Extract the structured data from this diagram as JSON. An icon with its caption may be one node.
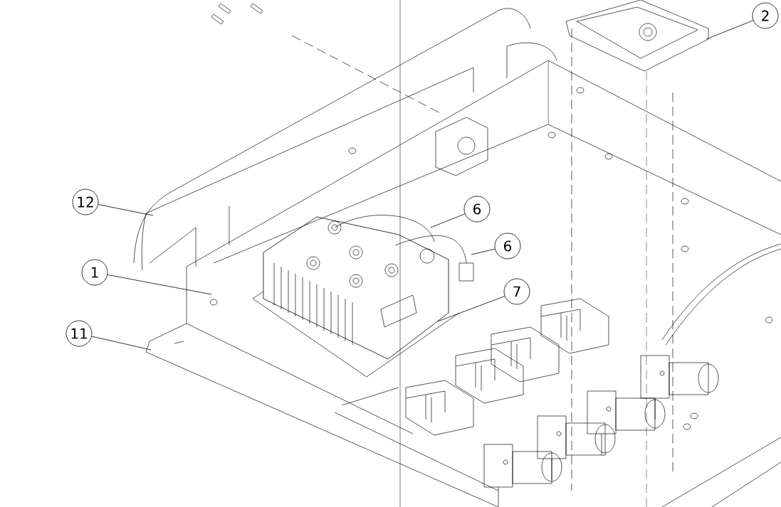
{
  "diagram": {
    "nodes": [
      {
        "text": [
          "2"
        ]
      },
      {
        "text": [
          "12"
        ]
      },
      {
        "text": [
          "6"
        ]
      },
      {
        "text": [
          "6"
        ]
      },
      {
        "text": [
          "1"
        ]
      },
      {
        "text": [
          "7"
        ]
      },
      {
        "text": [
          "11"
        ]
      }
    ],
    "edges": [
      {
        "from": 0,
        "to": null,
        "arrow": "none"
      },
      {
        "from": 1,
        "to": null,
        "arrow": "none"
      },
      {
        "from": 2,
        "to": null,
        "arrow": "none"
      },
      {
        "from": 3,
        "to": null,
        "arrow": "none"
      },
      {
        "from": 4,
        "to": null,
        "arrow": "none"
      },
      {
        "from": 5,
        "to": null,
        "arrow": "none"
      },
      {
        "from": 6,
        "to": null,
        "arrow": "none"
      }
    ]
  }
}
